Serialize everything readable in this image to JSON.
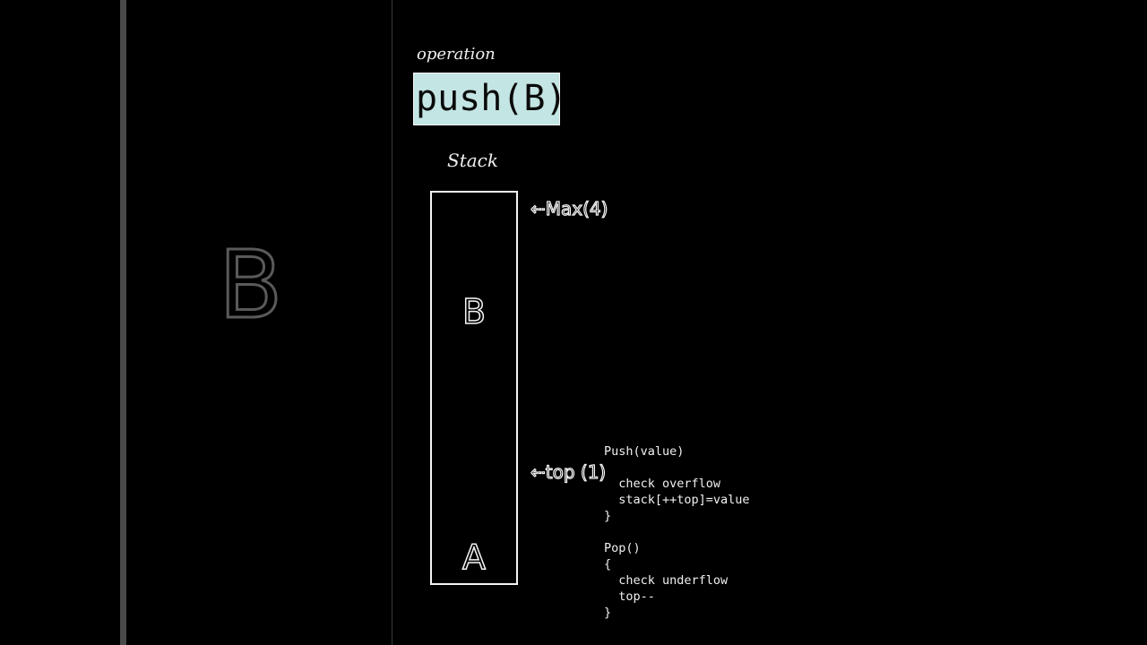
{
  "panel": {
    "ghost_letter": "B"
  },
  "operation": {
    "label": "operation",
    "current": "push(B)"
  },
  "stack": {
    "title": "Stack",
    "items": [
      "B",
      "A"
    ],
    "max_pointer": "⇠Max(4)",
    "top_pointer": "⇠top (1)"
  },
  "code": {
    "lines": [
      "Push(value)",
      "",
      "  check overflow",
      "  stack[++top]=value",
      "}",
      "",
      "Pop()",
      "{",
      "  check underflow",
      "  top--",
      "}"
    ]
  },
  "colors": {
    "background": "#000000",
    "operation_box": "#c3e5e3",
    "outline": "#f4f4f4"
  }
}
